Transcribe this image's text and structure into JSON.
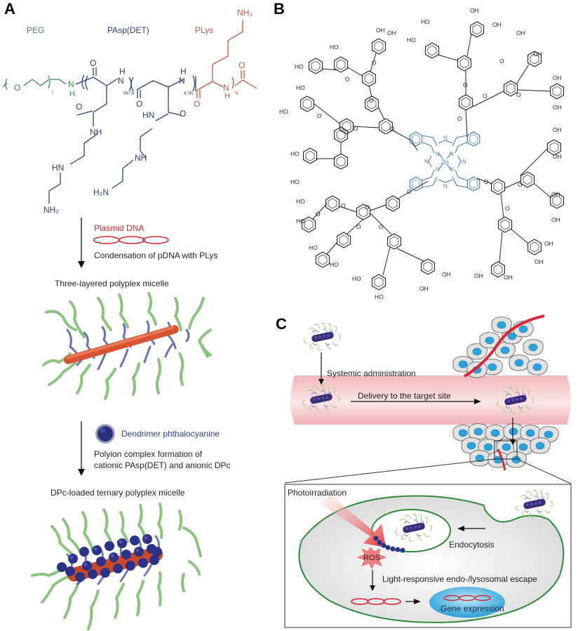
{
  "figure": {
    "panels": {
      "A": {
        "letter": "A",
        "block_labels": {
          "peg": "PEG",
          "pasp": "PAsp(DET)",
          "plys": "PLys"
        },
        "atoms": {
          "o": "O",
          "nh": "NH",
          "hn": "HN",
          "h": "H",
          "n": "N",
          "nh2": "NH₂",
          "h2n": "H₂N",
          "sub_l": "l",
          "sub_mx": "m−x",
          "sub_xm": "x m",
          "sub_n": "n"
        },
        "step1": {
          "reagent": "Plasmid DNA",
          "process": "Condensation of pDNA with PLys",
          "product": "Three-layered polyplex micelle"
        },
        "step2": {
          "reagent": "Dendrimer phthalocyanine",
          "process_line1": "Polyion complex formation of",
          "process_line2": "cationic PAsp(DET) and anionic DPc",
          "product": "DPc-loaded ternary polyplex micelle"
        }
      },
      "B": {
        "letter": "B",
        "core_metal": "Zn",
        "groups": {
          "cooh_a": "OH",
          "cooh_b": "HO",
          "carbonyl": "O",
          "ether": "O",
          "ring_n": "N"
        }
      },
      "C": {
        "letter": "C",
        "steps": {
          "systemic": "Systemic administration",
          "delivery": "Delivery to the target site",
          "photo": "Photoirradiation",
          "ros": "ROS",
          "endocytosis": "Endocytosis",
          "escape": "Light-responsive endo-/lysosomal escape",
          "gene": "Gene expression"
        }
      }
    },
    "colors": {
      "peg_green": "#3d8a4e",
      "pasp_blue": "#2e3f72",
      "plys_orange": "#c0583a",
      "dna_red": "#d6262e",
      "pc_blue": "#4a7fb5",
      "vessel_pink": "#f3c3c8",
      "cell_border": "#2f8a3a",
      "nucleus_blue": "#2a9fd6"
    }
  }
}
